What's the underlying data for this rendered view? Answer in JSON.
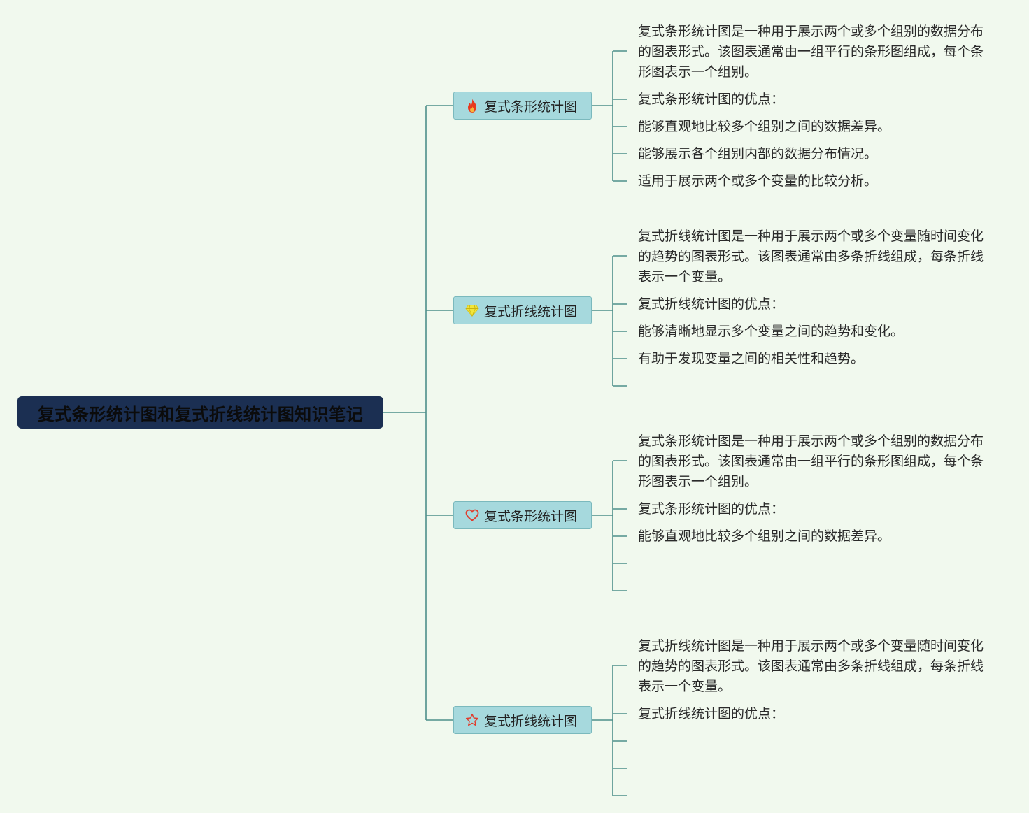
{
  "root": {
    "title": "复式条形统计图和复式折线统计图知识笔记"
  },
  "branches": [
    {
      "label": "复式条形统计图",
      "icon": "fire-icon",
      "leaves": [
        "复式条形统计图是一种用于展示两个或多个组别的数据分布的图表形式。该图表通常由一组平行的条形图组成，每个条形图表示一个组别。",
        "复式条形统计图的优点：",
        "能够直观地比较多个组别之间的数据差异。",
        "能够展示各个组别内部的数据分布情况。",
        "适用于展示两个或多个变量的比较分析。"
      ]
    },
    {
      "label": "复式折线统计图",
      "icon": "gem-icon",
      "leaves": [
        "复式折线统计图是一种用于展示两个或多个变量随时间变化的趋势的图表形式。该图表通常由多条折线组成，每条折线表示一个变量。",
        "复式折线统计图的优点：",
        "能够清晰地显示多个变量之间的趋势和变化。",
        "有助于发现变量之间的相关性和趋势。",
        ""
      ]
    },
    {
      "label": "复式条形统计图",
      "icon": "heart-icon",
      "leaves": [
        "复式条形统计图是一种用于展示两个或多个组别的数据分布的图表形式。该图表通常由一组平行的条形图组成，每个条形图表示一个组别。",
        "复式条形统计图的优点：",
        "能够直观地比较多个组别之间的数据差异。",
        "",
        ""
      ]
    },
    {
      "label": "复式折线统计图",
      "icon": "star-icon",
      "leaves": [
        "复式折线统计图是一种用于展示两个或多个变量随时间变化的趋势的图表形式。该图表通常由多条折线组成，每条折线表示一个变量。",
        "复式折线统计图的优点：",
        "",
        "",
        ""
      ]
    }
  ],
  "colors": {
    "background": "#f1f9ee",
    "root_fill": "#1b2f52",
    "root_text": "#0b0b0b",
    "branch_fill": "#a6d9dd",
    "branch_border": "#7bb9bd",
    "connector": "#4e8f8a",
    "fire": "#e8391d",
    "gem": "#f2e63b",
    "heart": "#e03c2c",
    "star": "#e03c2c"
  }
}
